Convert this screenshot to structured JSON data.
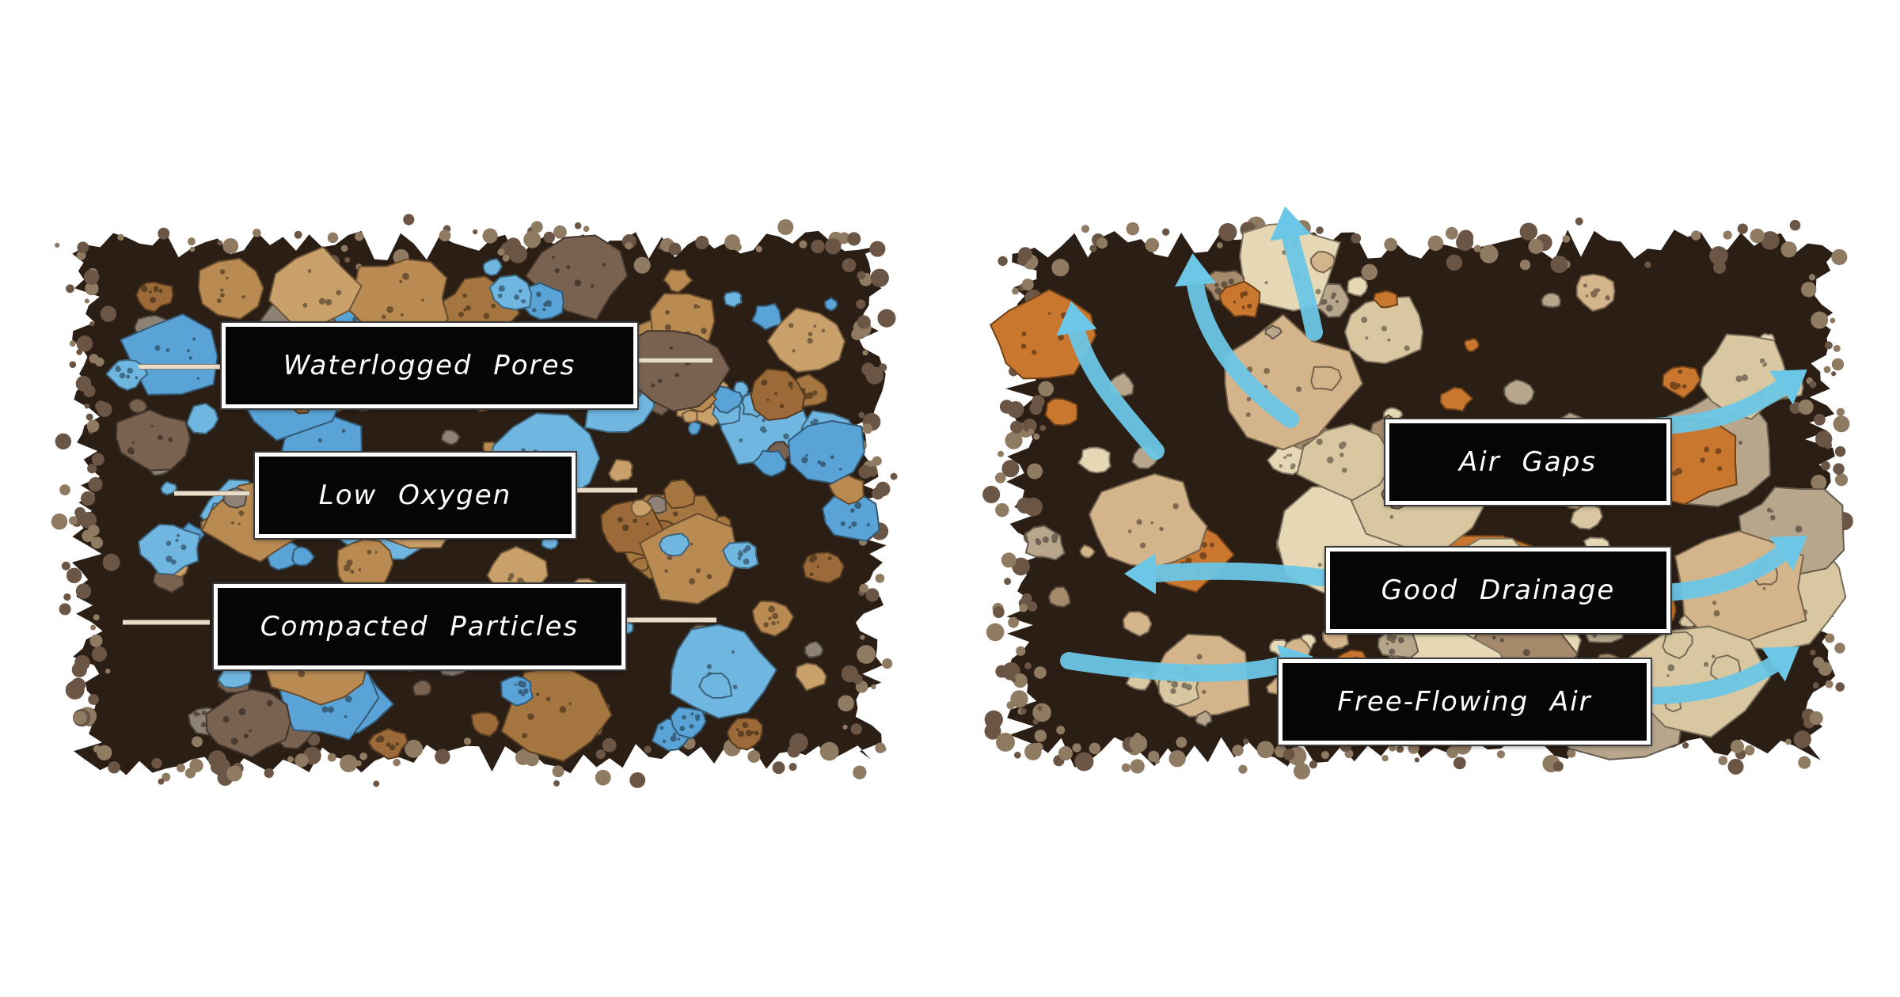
{
  "diagram": {
    "left_panel": {
      "labels": [
        "Waterlogged Pores",
        "Low Oxygen",
        "Compacted Particles"
      ]
    },
    "right_panel": {
      "labels": [
        "Air Gaps",
        "Good Drainage",
        "Free-Flowing Air"
      ]
    },
    "colors": {
      "soil_dark": "#2b1e15",
      "water_blue": "#6fb6e0",
      "air_arrow": "#6cc6e6",
      "rock_tan": "#b98a52",
      "rock_orange": "#c9762e",
      "rock_cream": "#e6d8b4",
      "label_bg": "#050505",
      "label_text": "#ffffff"
    },
    "icons": {
      "water_pores": "water-droplet",
      "air_flow": "curved-arrow"
    }
  }
}
